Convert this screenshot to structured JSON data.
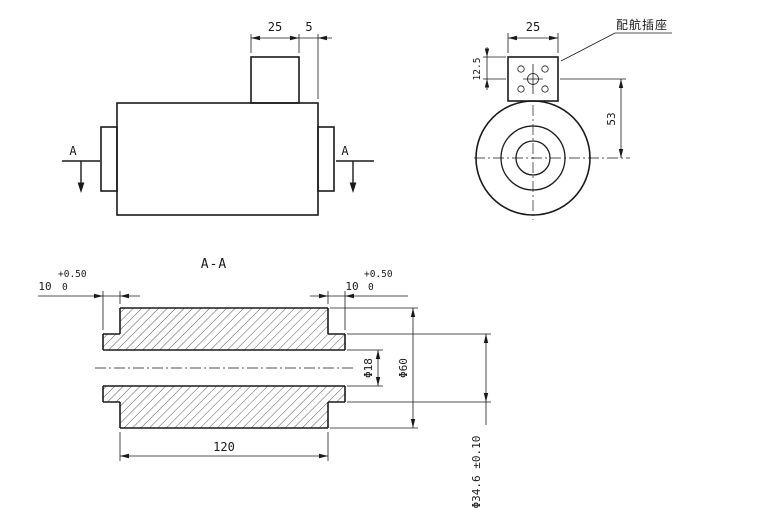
{
  "colors": {
    "background": "#ffffff",
    "line": "#1a1a1a"
  },
  "side_view": {
    "dim_box_width": "25",
    "dim_box_offset": "5",
    "section_label_left": "A",
    "section_label_right": "A"
  },
  "end_view": {
    "dim_block_width": "25",
    "dim_hole_offset": "12.5",
    "dim_center_height": "53",
    "callout_label": "配航插座"
  },
  "section_view": {
    "title": "A-A",
    "dim_length": "120",
    "dim_bore": "Φ18",
    "dim_outer_dia": "Φ60",
    "dim_spigot_dia": "Φ34.6 ±0.10",
    "left_depth": {
      "value": "10",
      "tol_upper": "+0.50",
      "tol_lower": "0"
    },
    "right_depth": {
      "value": "10",
      "tol_upper": "+0.50",
      "tol_lower": "0"
    }
  }
}
